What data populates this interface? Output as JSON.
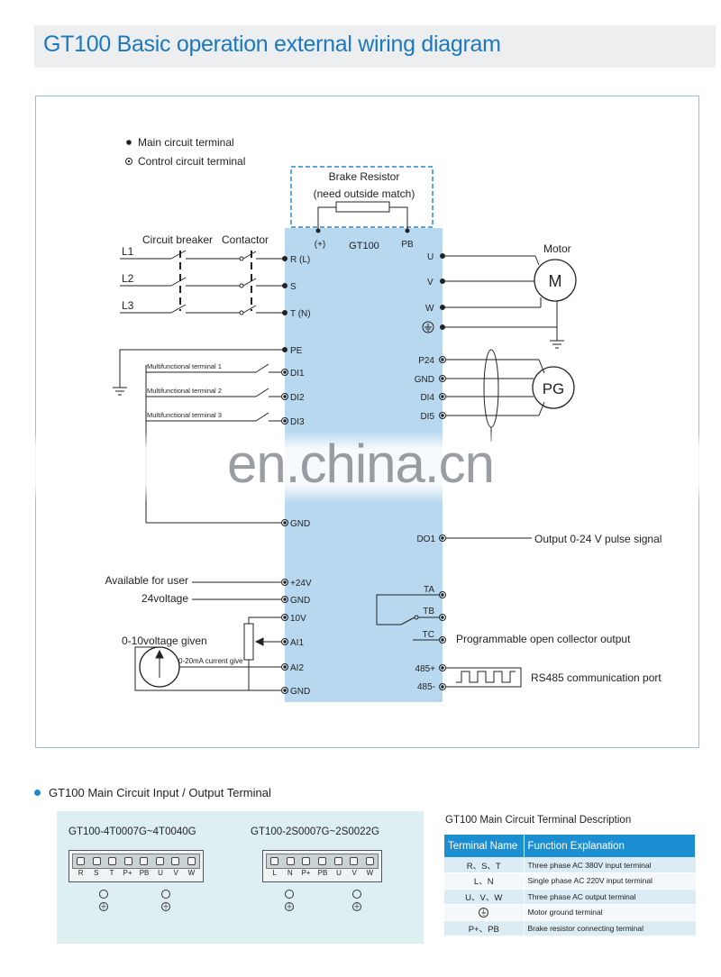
{
  "header": {
    "title": "GT100 Basic operation external wiring diagram",
    "accent_color": "#1c79c0"
  },
  "diagram": {
    "legend": {
      "main": "Main circuit terminal",
      "control": "Control circuit terminal"
    },
    "brake": {
      "title": "Brake Resistor",
      "note": "(need outside match)",
      "plus": "(+)",
      "pb": "PB"
    },
    "drive_name": "GT100",
    "input": {
      "breaker_label": "Circuit breaker",
      "contactor_label": "Contactor",
      "lines": [
        "L1",
        "L2",
        "L3"
      ],
      "terminals": [
        "R (L)",
        "S",
        "T (N)"
      ]
    },
    "pe": "PE",
    "multi_labels": [
      "Multifunctional terminal 1",
      "Multifunctional terminal 2",
      "Multifunctional terminal 3"
    ],
    "di_terminals": [
      "DI1",
      "DI2",
      "DI3"
    ],
    "gnd_left": "GND",
    "motor": {
      "label": "Motor",
      "symbol": "M",
      "terminals": [
        "U",
        "V",
        "W"
      ]
    },
    "encoder": {
      "symbol": "PG",
      "terminals": [
        "P24",
        "GND",
        "DI4",
        "DI5"
      ]
    },
    "do1": {
      "terminal": "DO1",
      "label": "Output 0-24 V pulse signal"
    },
    "power_user": {
      "label1": "Available for user",
      "label2": "24voltage",
      "terminals": [
        "+24V",
        "GND"
      ]
    },
    "analog": {
      "voltage_label": "0-10voltage given",
      "current_label": "0-20mA current give",
      "terminals": [
        "10V",
        "AI1",
        "AI2",
        "GND"
      ]
    },
    "relay": {
      "terminals": [
        "TA",
        "TB",
        "TC"
      ],
      "label": "Programmable open collector output"
    },
    "rs485": {
      "terminals": [
        "485+",
        "485-"
      ],
      "label": "RS485 communication port"
    },
    "colors": {
      "drive_panel": "#b8d8ef",
      "frame": "#8cc4da"
    }
  },
  "watermark": "en.china.cn",
  "terminal_section": {
    "heading": "GT100 Main Circuit Input / Output Terminal",
    "block1": {
      "model": "GT100-4T0007G~4T0040G",
      "labels": [
        "R",
        "S",
        "T",
        "P+",
        "PB",
        "U",
        "V",
        "W"
      ]
    },
    "block2": {
      "model": "GT100-2S0007G~2S0022G",
      "labels": [
        "L",
        "N",
        "P+",
        "PB",
        "U",
        "V",
        "W"
      ]
    }
  },
  "description": {
    "title": "GT100 Main Circuit Terminal Description",
    "headers": [
      "Terminal Name",
      "Function Explanation"
    ],
    "rows": [
      {
        "name": "R、S、T",
        "func": "Three phase AC 380V input terminal"
      },
      {
        "name": "L、N",
        "func": "Single phase AC 220V input terminal"
      },
      {
        "name": "U、V、W",
        "func": "Three phase AC output terminal"
      },
      {
        "name": "⏚",
        "func": "Motor ground terminal"
      },
      {
        "name": "P+、PB",
        "func": "Brake resistor connecting terminal"
      }
    ]
  }
}
